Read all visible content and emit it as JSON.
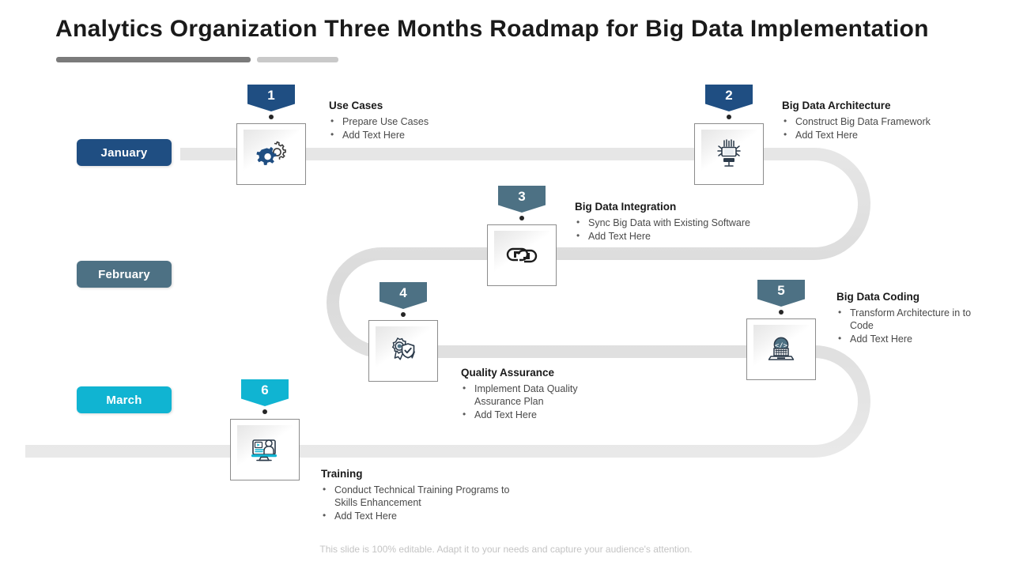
{
  "title": "Analytics Organization Three Months Roadmap for Big Data Implementation",
  "colors": {
    "january": "#1f4e82",
    "february": "#4d7184",
    "march": "#10b4d2",
    "ribbon": "#dcdcdc",
    "title_rule_dark": "#7b7b7b",
    "title_rule_light": "#c9c9c9"
  },
  "months": [
    {
      "label": "January"
    },
    {
      "label": "February"
    },
    {
      "label": "March"
    }
  ],
  "steps": [
    {
      "number": "1",
      "heading": "Use Cases",
      "bullets": [
        "Prepare Use Cases",
        "Add Text Here"
      ],
      "icon": "gears-icon",
      "color": "#1f4e82"
    },
    {
      "number": "2",
      "heading": "Big Data Architecture",
      "bullets": [
        "Construct Big Data Framework",
        "Add Text Here"
      ],
      "icon": "processor-chip-icon",
      "color": "#1f4e82"
    },
    {
      "number": "3",
      "heading": "Big Data Integration",
      "bullets": [
        "Sync Big Data with Existing Software",
        "Add Text Here"
      ],
      "icon": "chain-link-icon",
      "color": "#4d7184"
    },
    {
      "number": "4",
      "heading": "Quality Assurance",
      "bullets": [
        "Implement Data Quality Assurance Plan",
        "Add Text Here"
      ],
      "icon": "award-shield-check-icon",
      "color": "#4d7184"
    },
    {
      "number": "5",
      "heading": "Big Data Coding",
      "bullets": [
        "Transform Architecture in to Code",
        "Add Text Here"
      ],
      "icon": "laptop-code-icon",
      "color": "#4d7184"
    },
    {
      "number": "6",
      "heading": "Training",
      "bullets": [
        "Conduct Technical Training Programs to Skills Enhancement",
        "Add Text Here"
      ],
      "icon": "monitor-presenter-icon",
      "color": "#10b4d2"
    }
  ],
  "footer": "This slide is 100% editable. Adapt it to your needs and capture your audience's attention."
}
